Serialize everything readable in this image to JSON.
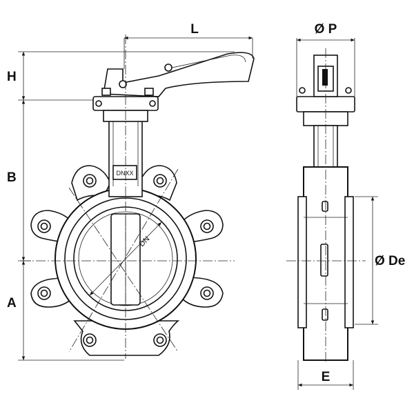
{
  "dimensions": {
    "L": "L",
    "H": "H",
    "B": "B",
    "A": "A",
    "P": "Ø P",
    "De": "Ø De",
    "E": "E"
  },
  "labels": {
    "nameplate": "DNXX",
    "bore": "DN"
  }
}
